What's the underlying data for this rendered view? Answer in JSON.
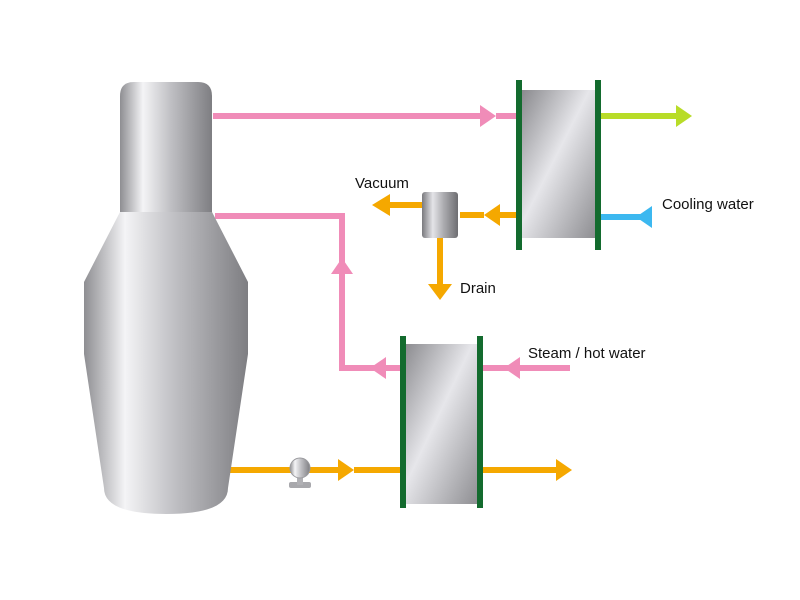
{
  "labels": {
    "vacuum": "Vacuum",
    "drain": "Drain",
    "cooling_water": "Cooling water",
    "steam_hot_water": "Steam / hot water"
  },
  "colors": {
    "vapor_pink": "#f08cb8",
    "liquid_orange": "#f5a800",
    "cooling_blue": "#3cb8f0",
    "cooling_green": "#b8dc28",
    "frame_green": "#136b2e",
    "vessel_gray": "#b4b4b8"
  },
  "icons": [
    "evaporator-vessel",
    "condenser",
    "heat-exchanger",
    "separator-tank",
    "pump-icon"
  ]
}
